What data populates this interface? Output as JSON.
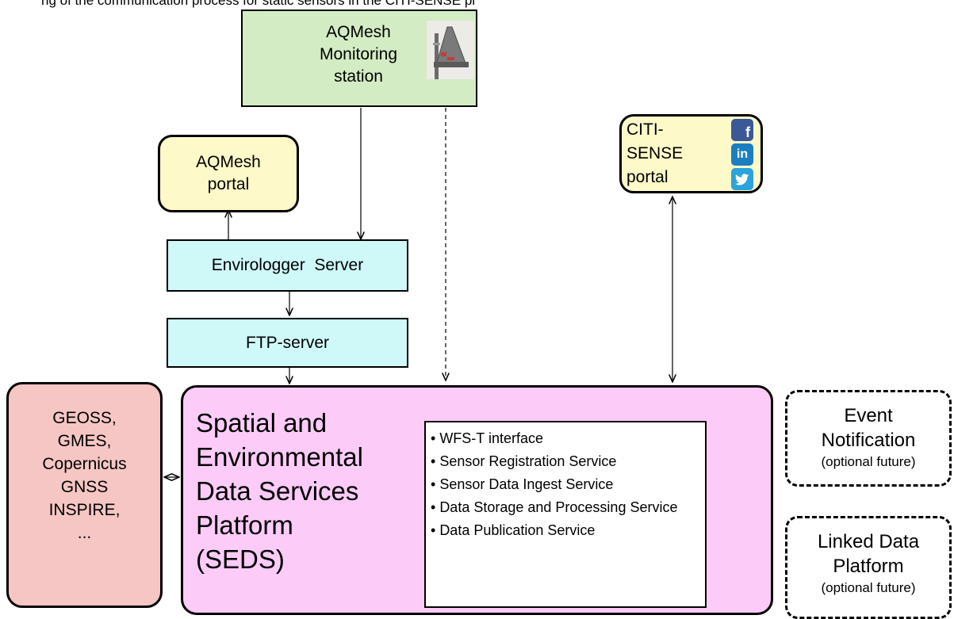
{
  "caption": "ng of the communication process for static sensors in the CITI-SENSE pl",
  "station": {
    "lines": [
      "AQMesh",
      "Monitoring",
      "station"
    ]
  },
  "aqmesh_portal": {
    "lines": [
      "AQMesh",
      "portal"
    ]
  },
  "citi_portal": {
    "lines": [
      "CITI-",
      "SENSE",
      "portal"
    ]
  },
  "envirologger": "Envirologger  Server",
  "ftp": "FTP-server",
  "geoss": {
    "lines": [
      "GEOSS,",
      "GMES,",
      "Copernicus",
      "GNSS",
      "INSPIRE,",
      "..."
    ]
  },
  "seds": {
    "title_lines": [
      "Spatial and",
      "Environmental",
      "Data Services",
      "Platform",
      "(SEDS)"
    ],
    "services": [
      "WFS-T interface",
      "Sensor Registration Service",
      "Sensor Data Ingest Service",
      "Data Storage and Processing Service",
      "Data Publication Service"
    ]
  },
  "event_box": {
    "main": [
      "Event",
      "Notification"
    ],
    "sub": "(optional future)"
  },
  "linked_box": {
    "main": [
      "Linked Data",
      "Platform"
    ],
    "sub": "(optional future)"
  },
  "icons": [
    "facebook-icon",
    "linkedin-icon",
    "twitter-icon"
  ],
  "colors": {
    "station_bg": "#d3ecc4",
    "portal_bg": "#fdf9c8",
    "server_bg": "#cff8f8",
    "external_bg": "#f5c6c3",
    "seds_bg": "#fccbf8"
  }
}
